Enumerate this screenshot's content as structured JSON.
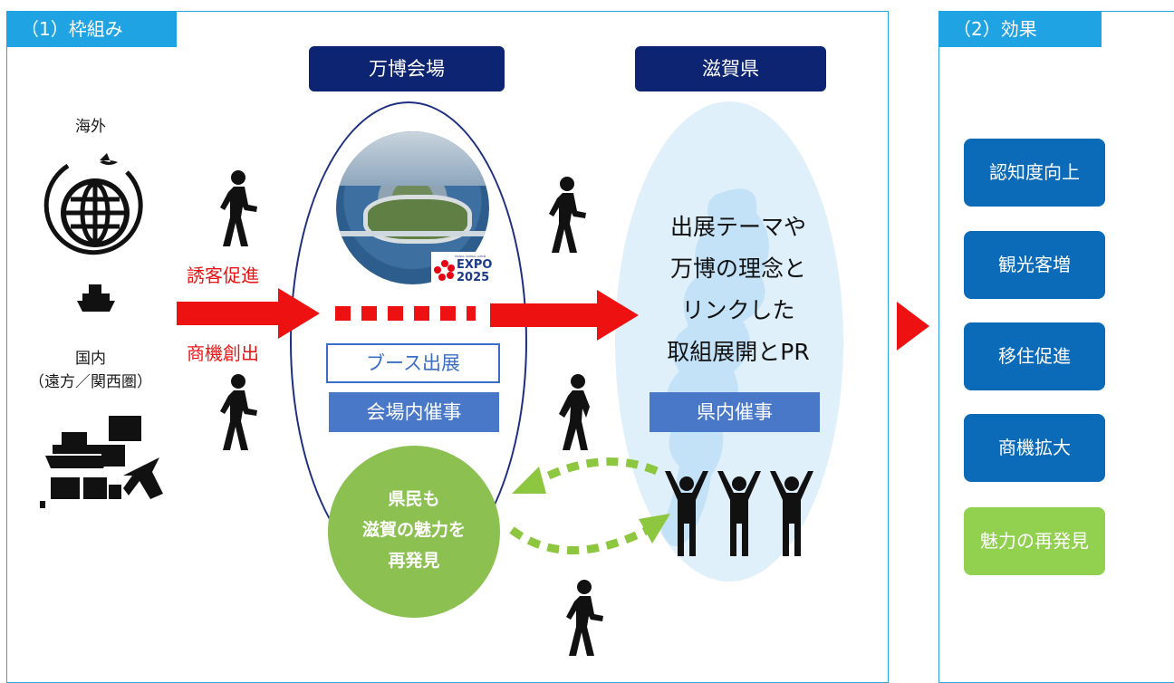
{
  "panels": {
    "framework_tag": "（1）枠組み",
    "effects_tag": "（2）効果"
  },
  "headers": {
    "expo_venue": "万博会場",
    "shiga": "滋賀県"
  },
  "left": {
    "overseas": "海外",
    "domestic_line1": "国内",
    "domestic_line2": "（遠方／関西圏）"
  },
  "arrows": {
    "attract": "誘客促進",
    "business": "商機創出"
  },
  "venue": {
    "booth": "ブース出展",
    "event": "会場内催事",
    "logo_text": "EXPO",
    "logo_year": "2025",
    "logo_small": "OSAKA, KANSAI, JAPAN"
  },
  "residents": {
    "line1": "県民も",
    "line2": "滋賀の魅力を",
    "line3": "再発見"
  },
  "shiga_area": {
    "theme_lines": [
      "出展テーマや",
      "万博の理念と",
      "リンクした",
      "取組展開とPR"
    ],
    "event": "県内催事"
  },
  "effects": [
    {
      "label": "認知度向上"
    },
    {
      "label": "観光客増"
    },
    {
      "label": "移住促進"
    },
    {
      "label": "商機拡大"
    },
    {
      "label": "魅力の再発見"
    }
  ],
  "colors": {
    "panel_border": "#2aa6df",
    "tag_blue": "#20a3e3",
    "navy": "#0d2472",
    "arrow_red": "#ee1111",
    "effect_blue": "#0b6bb8",
    "effect_green": "#92d050",
    "oval_fill": "#dff0fb"
  }
}
